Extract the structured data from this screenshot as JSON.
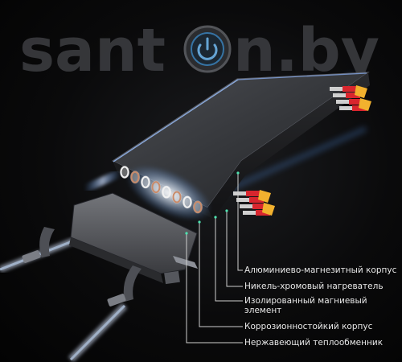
{
  "watermark": {
    "text_left": "sant",
    "text_right": "n.by",
    "icon": "power-icon"
  },
  "callouts": [
    {
      "id": "housing",
      "text": "Алюминиево-магнезитный корпус"
    },
    {
      "id": "heater",
      "text": "Никель-хромовый нагреватель"
    },
    {
      "id": "insulated",
      "text": "Изолированный магниевый\nэлемент"
    },
    {
      "id": "corrosion",
      "text": "Коррозионностойкий корпус"
    },
    {
      "id": "exchanger",
      "text": "Нержавеющий теплообменник"
    }
  ],
  "colors": {
    "background": "#050505",
    "watermark": "#3a3b3f",
    "connector_red": "#d8262e",
    "connector_yellow": "#f2b12e",
    "glow_blue": "#5aa0ff",
    "leader_line": "#cfcfcf"
  }
}
